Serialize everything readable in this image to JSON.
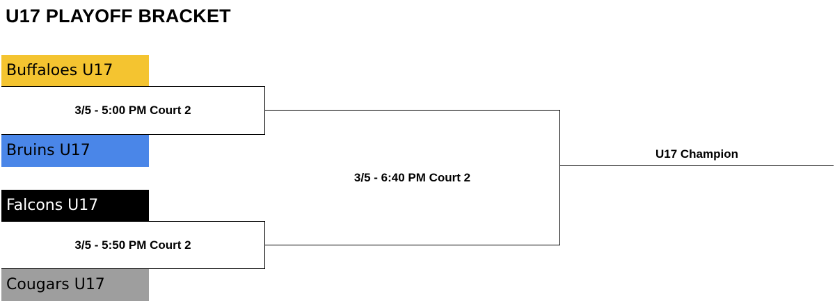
{
  "title": "U17 PLAYOFF BRACKET",
  "colors": {
    "buffaloes": "#f4c430",
    "bruins": "#4a86e8",
    "falcons": "#000000",
    "cougars": "#9e9e9e"
  },
  "teams": [
    {
      "name": "Buffaloes U17"
    },
    {
      "name": "Bruins U17"
    },
    {
      "name": "Falcons U17"
    },
    {
      "name": "Cougars U17"
    }
  ],
  "games": {
    "semifinal_1": "3/5 - 5:00 PM Court 2",
    "semifinal_2": "3/5 - 5:50 PM Court 2",
    "final": "3/5 - 6:40 PM Court 2"
  },
  "champion_label": "U17 Champion"
}
